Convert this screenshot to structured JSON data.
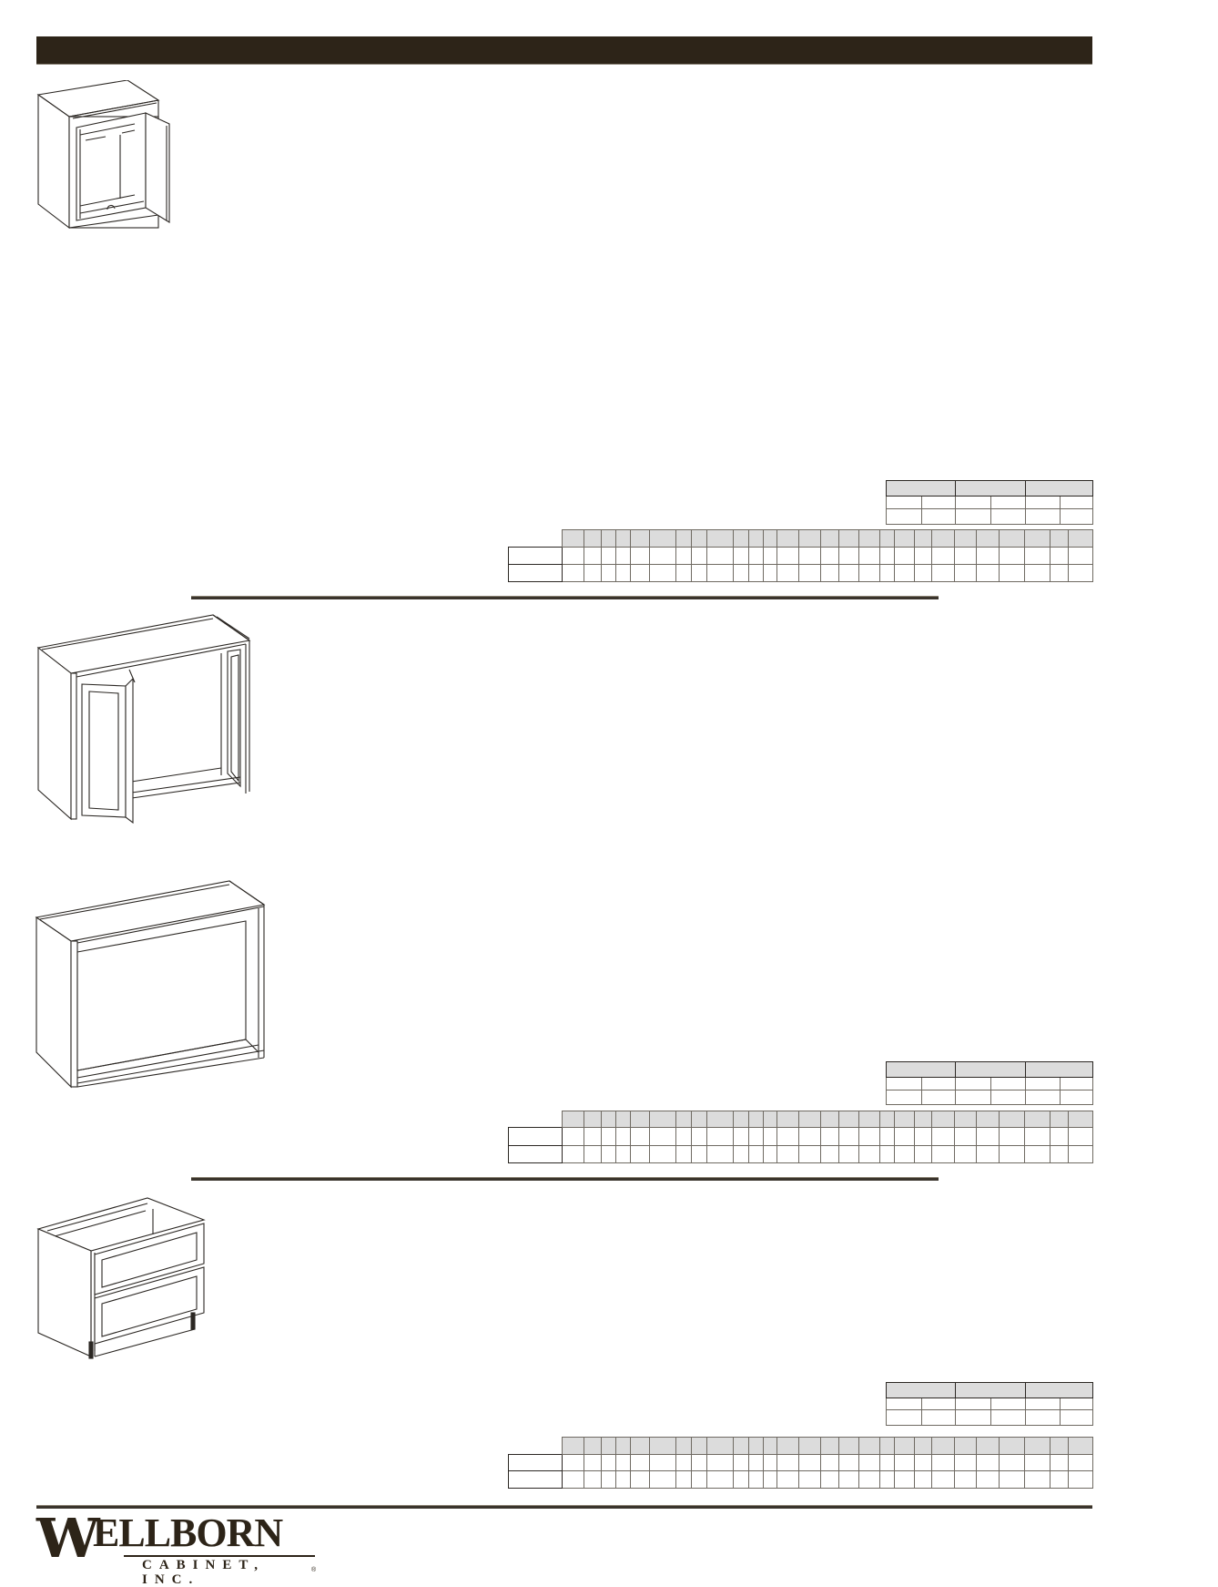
{
  "page": {
    "header_bar": {
      "color": "#2d2418",
      "text": ""
    },
    "brand": {
      "logo_initial": "W",
      "logo_rest": "ELLBORN",
      "logo_subtitle": "CABINET, INC.",
      "registered_mark": "®",
      "color": "#2d2418"
    },
    "sections": [
      {
        "illustration": "wall-cabinet-single-door-open",
        "size_table": {
          "header_groups": [
            "",
            "",
            ""
          ],
          "rows": [
            [
              "",
              "",
              "",
              "",
              "",
              ""
            ],
            [
              "",
              "",
              "",
              "",
              "",
              ""
            ]
          ]
        },
        "width_table": {
          "header": [
            "",
            "",
            "",
            "",
            "",
            "",
            "",
            "",
            "",
            "",
            "",
            "",
            "",
            "",
            "",
            "",
            "",
            "",
            "",
            "",
            "",
            "",
            "",
            "",
            "",
            "",
            ""
          ],
          "rows": [
            {
              "label": "",
              "cells": []
            },
            {
              "label": "",
              "cells": []
            }
          ]
        }
      },
      {
        "illustration": "wall-cabinet-bifold-doors-open",
        "size_table": null,
        "width_table": null
      },
      {
        "illustration": "wall-cabinet-open-frame",
        "size_table": {
          "header_groups": [
            "",
            "",
            ""
          ],
          "rows": [
            [
              "",
              "",
              "",
              "",
              "",
              ""
            ],
            [
              "",
              "",
              "",
              "",
              "",
              ""
            ]
          ]
        },
        "width_table": {
          "header": [
            "",
            "",
            "",
            "",
            "",
            "",
            "",
            "",
            "",
            "",
            "",
            "",
            "",
            "",
            "",
            "",
            "",
            "",
            "",
            "",
            "",
            "",
            "",
            "",
            "",
            "",
            ""
          ],
          "rows": [
            {
              "label": "",
              "cells": []
            },
            {
              "label": "",
              "cells": []
            }
          ]
        }
      },
      {
        "illustration": "base-cabinet-two-drawers",
        "size_table": {
          "header_groups": [
            "",
            "",
            ""
          ],
          "rows": [
            [
              "",
              "",
              "",
              "",
              "",
              ""
            ],
            [
              "",
              "",
              "",
              "",
              "",
              ""
            ]
          ]
        },
        "width_table": {
          "header": [
            "",
            "",
            "",
            "",
            "",
            "",
            "",
            "",
            "",
            "",
            "",
            "",
            "",
            "",
            "",
            "",
            "",
            "",
            "",
            "",
            "",
            "",
            "",
            "",
            "",
            "",
            ""
          ],
          "rows": [
            {
              "label": "",
              "cells": []
            },
            {
              "label": "",
              "cells": []
            }
          ]
        }
      }
    ]
  }
}
